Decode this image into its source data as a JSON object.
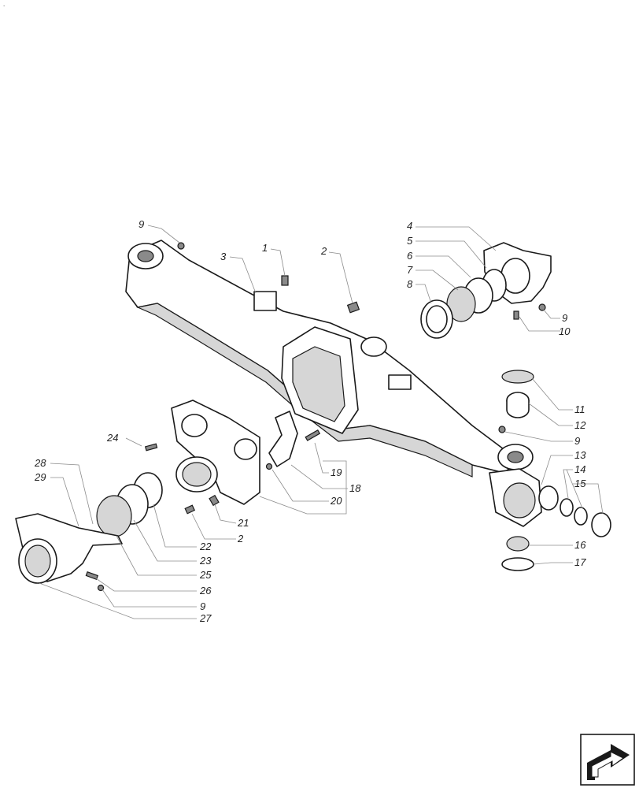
{
  "corner_mark": ".",
  "callouts": [
    {
      "id": "c1",
      "label": "1"
    },
    {
      "id": "c2a",
      "label": "2"
    },
    {
      "id": "c2b",
      "label": "2"
    },
    {
      "id": "c3",
      "label": "3"
    },
    {
      "id": "c4",
      "label": "4"
    },
    {
      "id": "c5",
      "label": "5"
    },
    {
      "id": "c6",
      "label": "6"
    },
    {
      "id": "c7",
      "label": "7"
    },
    {
      "id": "c8",
      "label": "8"
    },
    {
      "id": "c9a",
      "label": "9"
    },
    {
      "id": "c9b",
      "label": "9"
    },
    {
      "id": "c9c",
      "label": "9"
    },
    {
      "id": "c9d",
      "label": "9"
    },
    {
      "id": "c10",
      "label": "10"
    },
    {
      "id": "c11",
      "label": "11"
    },
    {
      "id": "c12",
      "label": "12"
    },
    {
      "id": "c13",
      "label": "13"
    },
    {
      "id": "c14",
      "label": "14"
    },
    {
      "id": "c15",
      "label": "15"
    },
    {
      "id": "c16",
      "label": "16"
    },
    {
      "id": "c17",
      "label": "17"
    },
    {
      "id": "c18",
      "label": "18"
    },
    {
      "id": "c19",
      "label": "19"
    },
    {
      "id": "c20",
      "label": "20"
    },
    {
      "id": "c21",
      "label": "21"
    },
    {
      "id": "c22",
      "label": "22"
    },
    {
      "id": "c23",
      "label": "23"
    },
    {
      "id": "c24",
      "label": "24"
    },
    {
      "id": "c25",
      "label": "25"
    },
    {
      "id": "c26",
      "label": "26"
    },
    {
      "id": "c27",
      "label": "27"
    },
    {
      "id": "c28",
      "label": "28"
    },
    {
      "id": "c29",
      "label": "29"
    }
  ],
  "nav_icon": "next-page-arrow-icon"
}
